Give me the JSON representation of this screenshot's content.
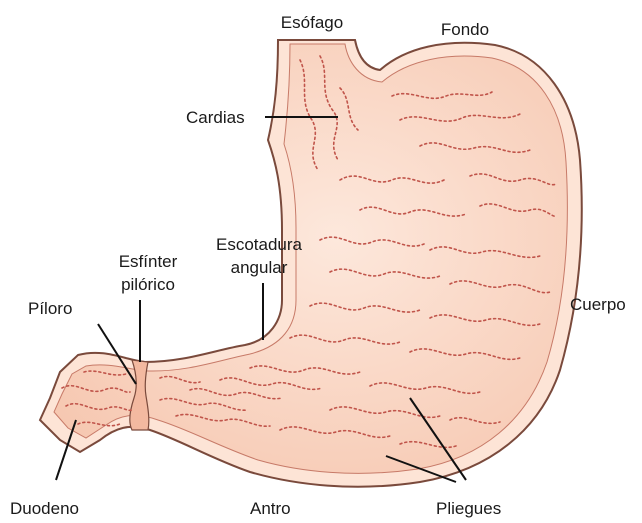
{
  "figure": {
    "colors": {
      "background": "#ffffff",
      "stomach_fill": "#fde4d6",
      "inner_fill": "#f6c7b0",
      "outline": "#7a4a3c",
      "rugae": "#c0544a",
      "leader_line": "#111111"
    },
    "labels": {
      "esofago": "Esófago",
      "fondo": "Fondo",
      "cardias": "Cardias",
      "escotadura_1": "Escotadura",
      "escotadura_2": "angular",
      "esfinter_1": "Esfínter",
      "esfinter_2": "pilórico",
      "piloro": "Píloro",
      "cuerpo": "Cuerpo",
      "duodeno": "Duodeno",
      "antro": "Antro",
      "pliegues": "Pliegues"
    }
  }
}
